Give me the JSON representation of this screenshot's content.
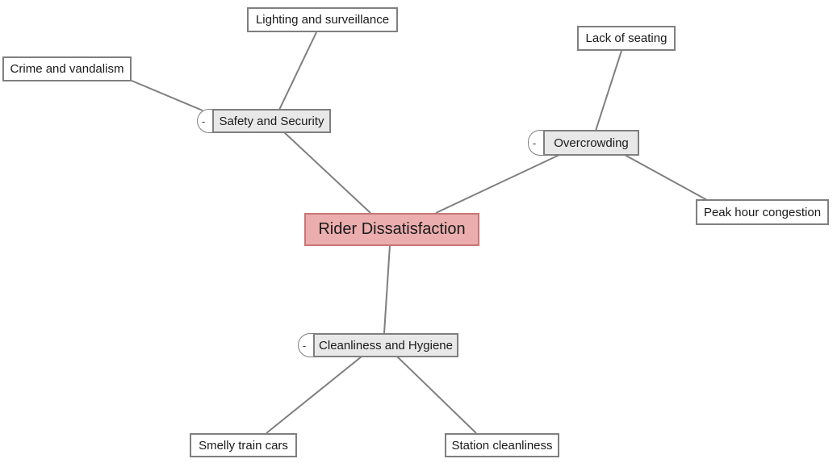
{
  "diagram": {
    "type": "mindmap",
    "background_color": "#ffffff",
    "edge_color": "#7f7f7f",
    "root": {
      "label": "Rider Dissatisfaction",
      "fill": "#ebadad",
      "border_color": "#c87676"
    },
    "branches": {
      "safety": {
        "label": "Safety and Security",
        "toggle": "-",
        "fill": "#e8e8e8",
        "border_color": "#7f7f7f"
      },
      "overcrowding": {
        "label": "Overcrowding",
        "toggle": "-",
        "fill": "#e8e8e8",
        "border_color": "#7f7f7f"
      },
      "cleanliness": {
        "label": "Cleanliness and Hygiene",
        "toggle": "-",
        "fill": "#e8e8e8",
        "border_color": "#7f7f7f"
      }
    },
    "leaves": {
      "lighting": {
        "label": "Lighting and surveillance",
        "fill": "#ffffff",
        "border_color": "#7f7f7f"
      },
      "crime": {
        "label": "Crime and vandalism",
        "fill": "#ffffff",
        "border_color": "#7f7f7f"
      },
      "lack_of_seating": {
        "label": "Lack of seating",
        "fill": "#ffffff",
        "border_color": "#7f7f7f"
      },
      "peak_hour": {
        "label": "Peak hour congestion",
        "fill": "#ffffff",
        "border_color": "#7f7f7f"
      },
      "smelly_cars": {
        "label": "Smelly train cars",
        "fill": "#ffffff",
        "border_color": "#7f7f7f"
      },
      "station_cleanliness": {
        "label": "Station cleanliness",
        "fill": "#ffffff",
        "border_color": "#7f7f7f"
      }
    },
    "edges": [
      {
        "from": "root",
        "to": "safety"
      },
      {
        "from": "root",
        "to": "overcrowding"
      },
      {
        "from": "root",
        "to": "cleanliness"
      },
      {
        "from": "safety",
        "to": "lighting"
      },
      {
        "from": "safety",
        "to": "crime"
      },
      {
        "from": "overcrowding",
        "to": "lack_of_seating"
      },
      {
        "from": "overcrowding",
        "to": "peak_hour"
      },
      {
        "from": "cleanliness",
        "to": "smelly_cars"
      },
      {
        "from": "cleanliness",
        "to": "station_cleanliness"
      }
    ]
  }
}
